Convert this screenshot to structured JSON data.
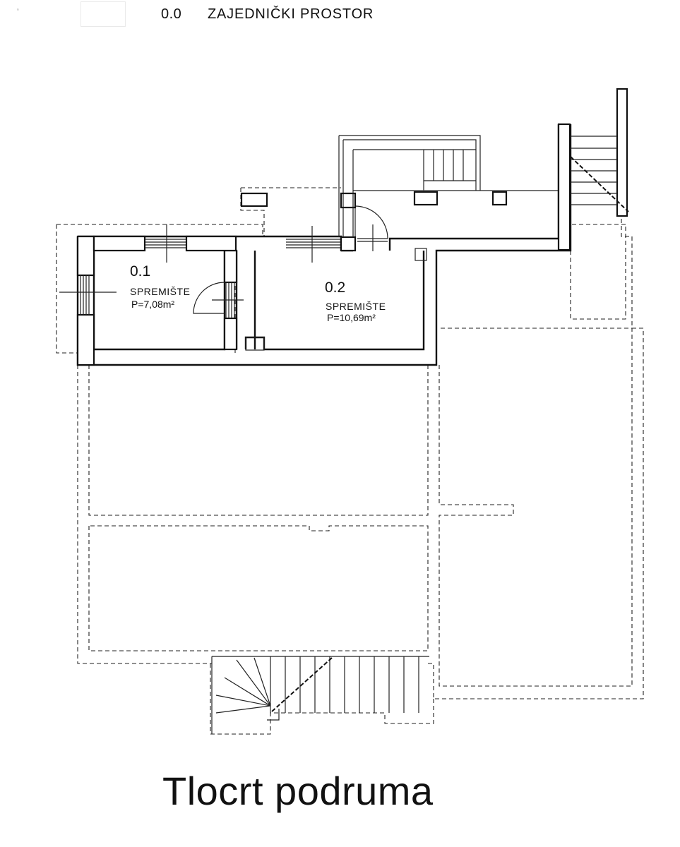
{
  "legend": {
    "number": "0.0",
    "label": "ZAJEDNIČKI PROSTOR"
  },
  "rooms": [
    {
      "number": "0.1",
      "name": "SPREMIŠTE",
      "area": "P=7,08m²"
    },
    {
      "number": "0.2",
      "name": "SPREMIŠTE",
      "area": "P=10,69m²"
    }
  ],
  "title": "Tlocrt podruma"
}
